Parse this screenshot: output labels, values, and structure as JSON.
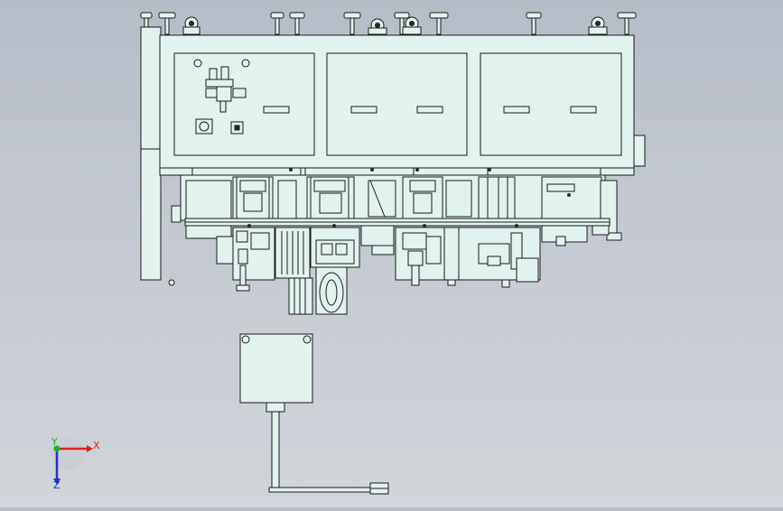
{
  "viewport": {
    "background_top": "#b6bcc6",
    "background_bottom": "#d2d5da"
  },
  "model": {
    "fill_color": "#e2f2ee",
    "line_color": "#1a1a1a",
    "accent_dark": "#2a2a2a"
  },
  "triad": {
    "x_label": "X",
    "y_label": "Y",
    "z_label": "Z",
    "x_color": "#e02020",
    "y_color": "#20b020",
    "z_color": "#2030d0"
  }
}
